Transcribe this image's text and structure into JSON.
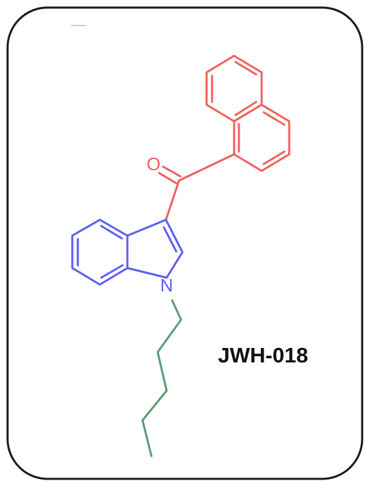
{
  "compound": {
    "name": "JWH-018"
  },
  "atoms": {
    "oxygen": "O",
    "nitrogen": "N"
  },
  "colors": {
    "border": "#1a1a1a",
    "naphthoyl": "#f0615f",
    "indole": "#5b5ff2",
    "pentyl": "#5a9d74",
    "label": "#111111"
  }
}
